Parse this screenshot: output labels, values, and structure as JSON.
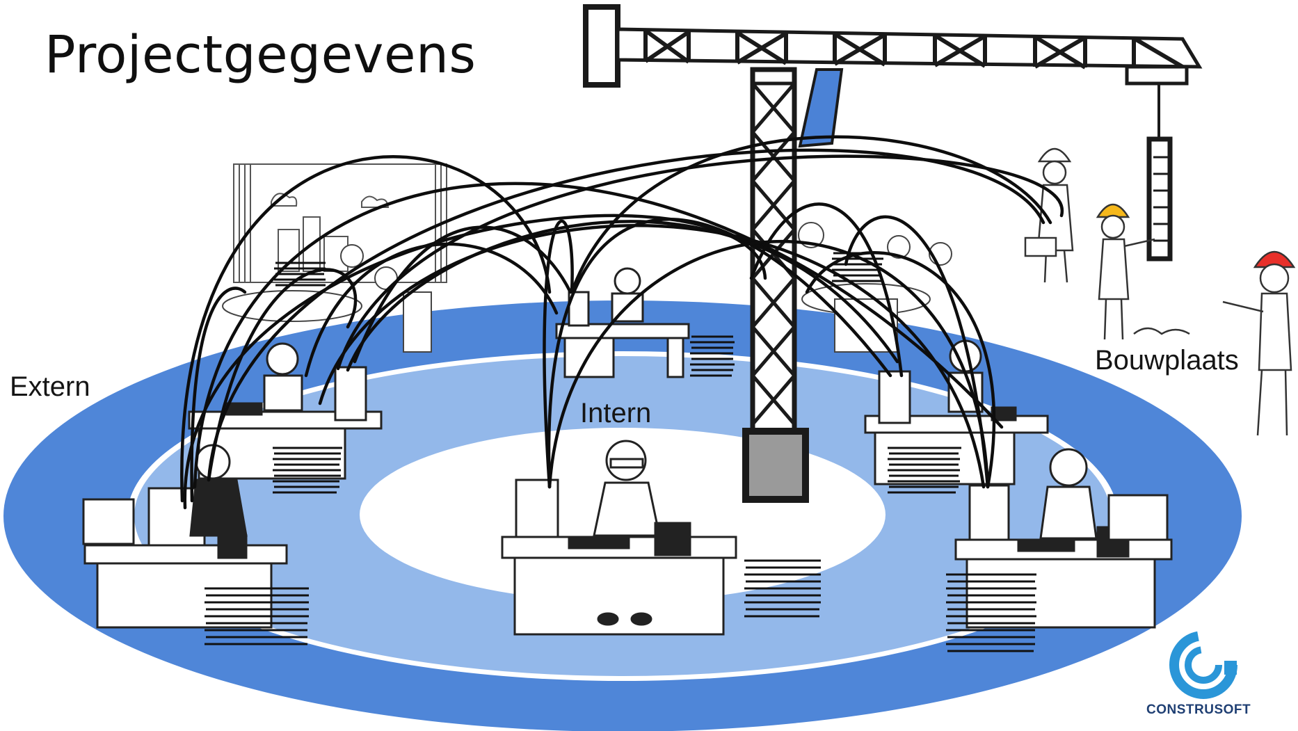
{
  "title": "Projectgegevens",
  "labels": {
    "extern": "Extern",
    "intern": "Intern",
    "bouwplaats": "Bouwplaats"
  },
  "logo": {
    "name": "CONSTRUSOFT",
    "icon": "construsoft-logo-icon"
  },
  "colors": {
    "outer_ring": "#4f86d8",
    "middle_ring": "#93b8ea",
    "center": "#ffffff",
    "ring_gap": "#ffffff",
    "crane_accent": "#4b82d6",
    "helmet_white": "#ffffff",
    "helmet_yellow": "#f6b81b",
    "helmet_red": "#e8302a",
    "logo_blue": "#2a96d8",
    "logo_text": "#1f3f73"
  }
}
